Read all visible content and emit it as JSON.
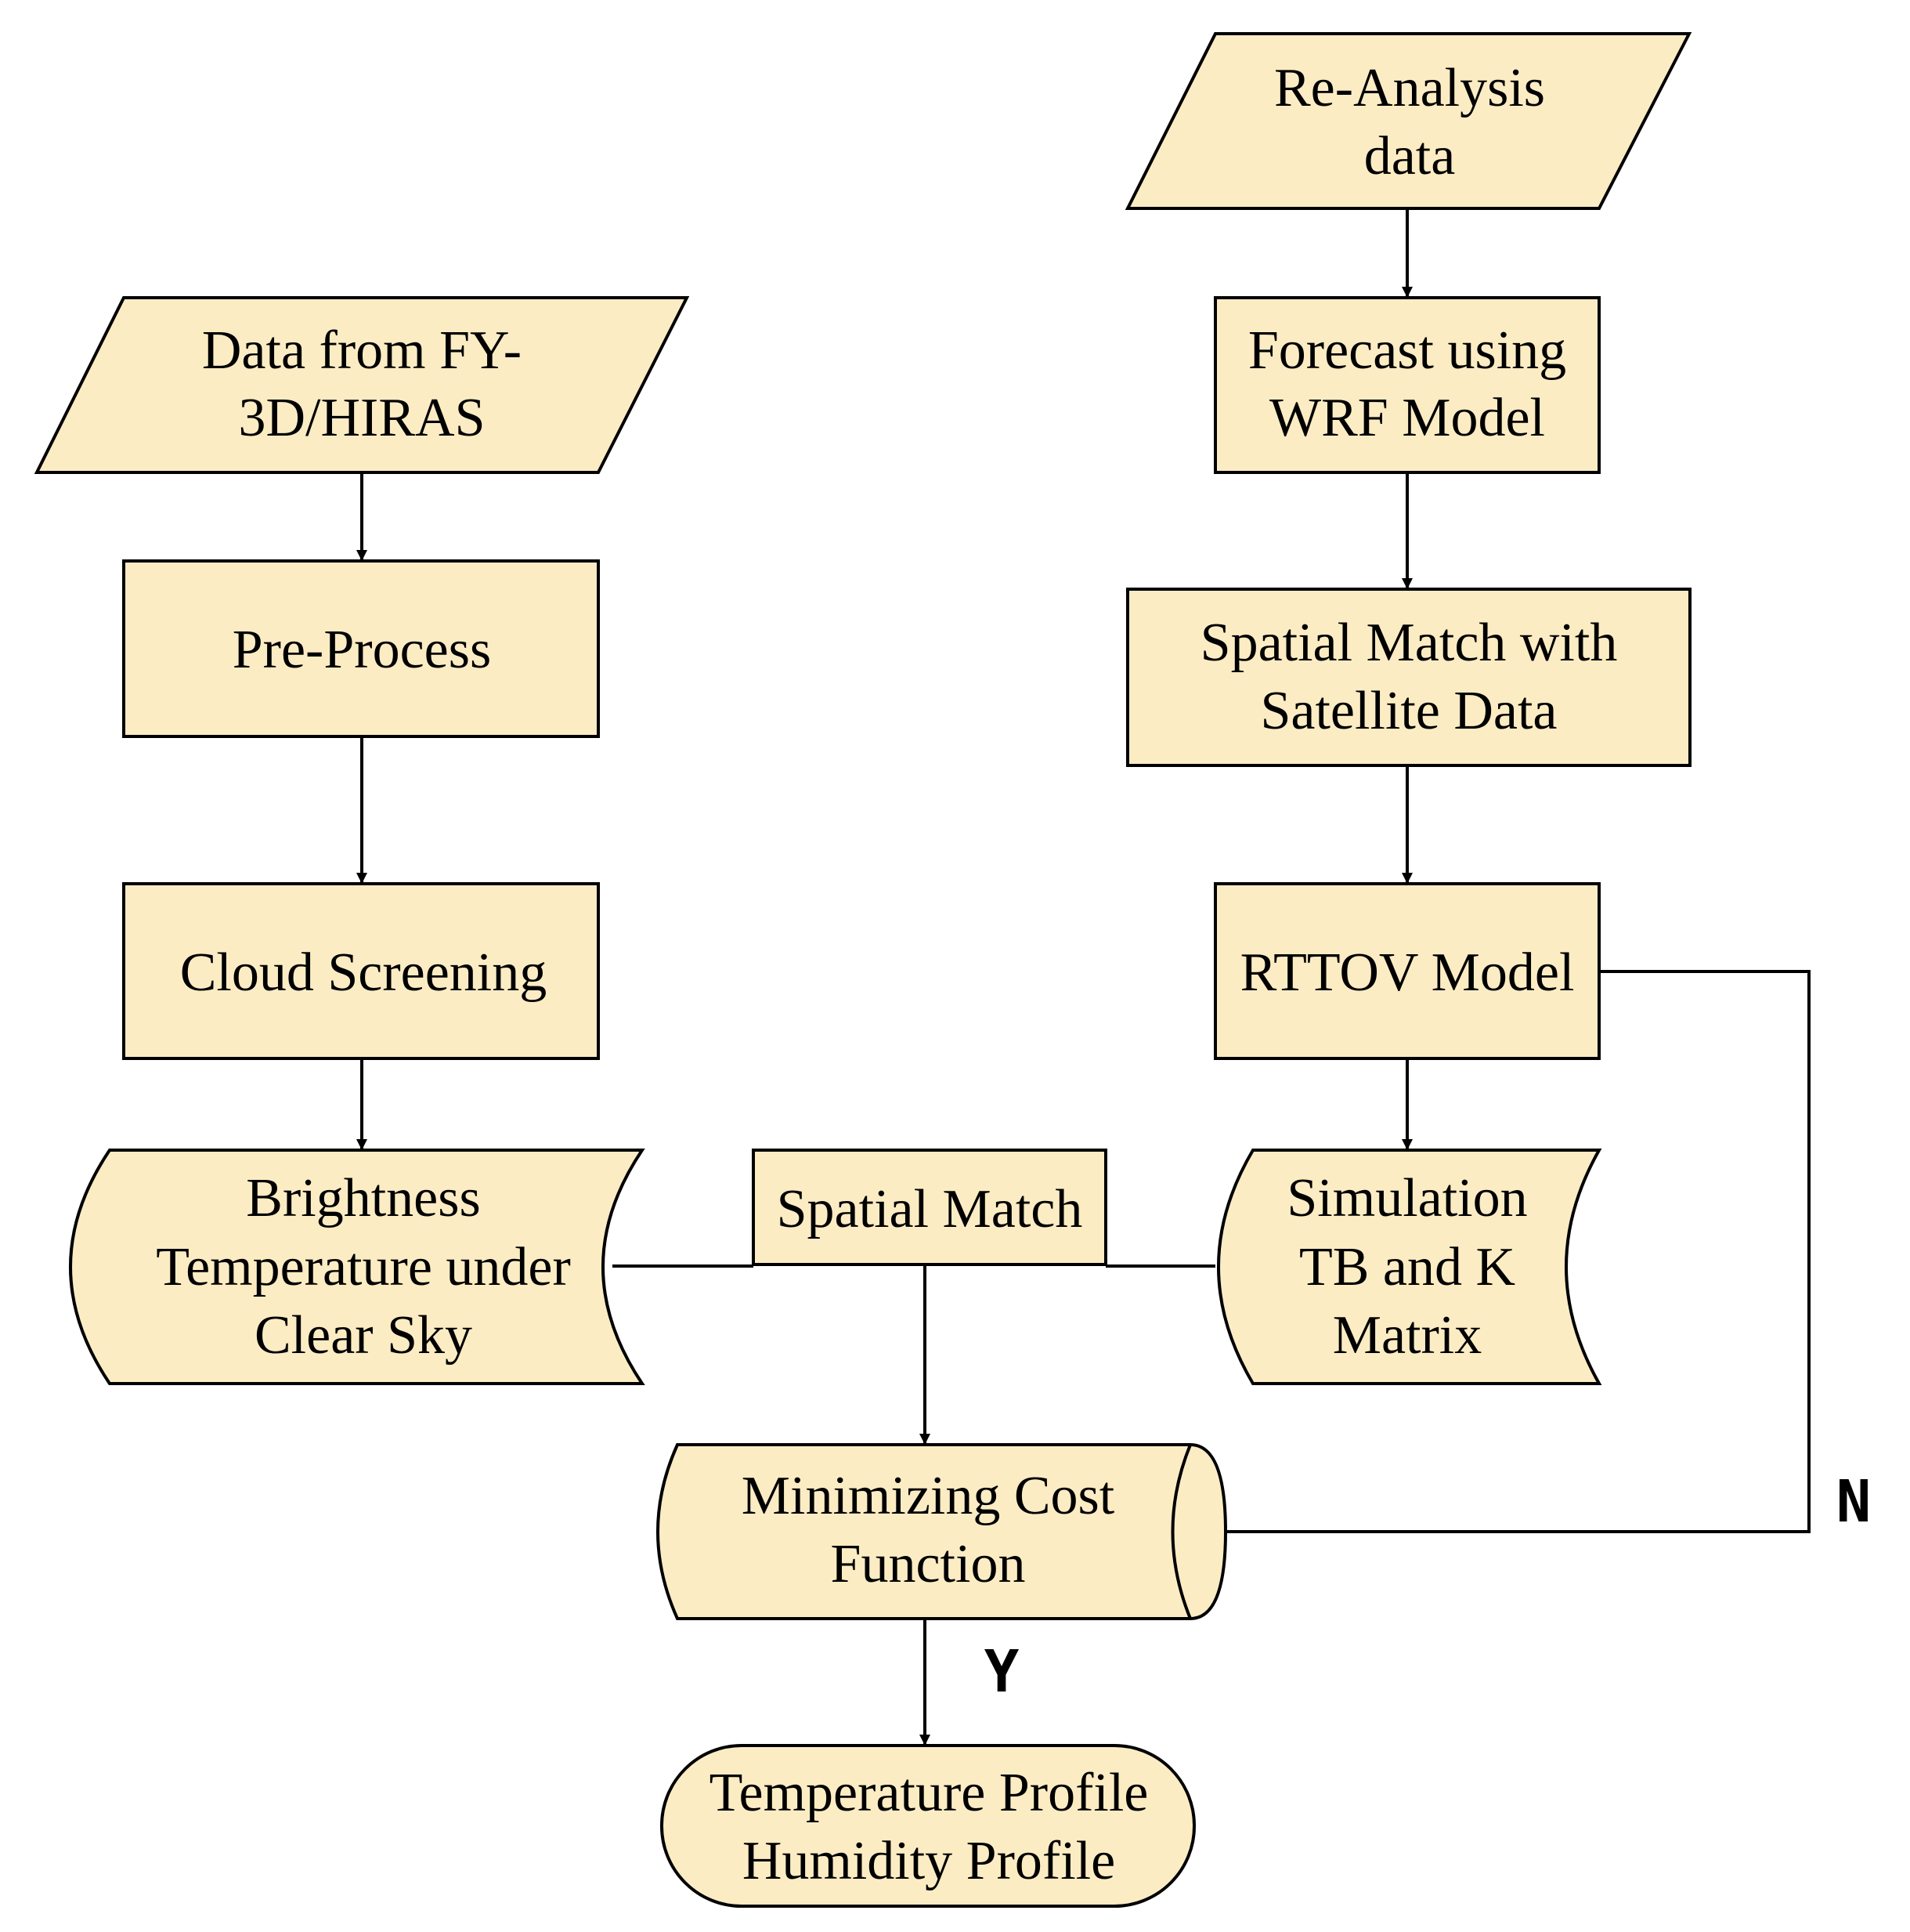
{
  "colors": {
    "fill": "#fbecc4",
    "stroke": "#000000",
    "background": "#ffffff"
  },
  "nodes": {
    "reanalysis": {
      "shape": "parallelogram",
      "lines": [
        "Re-Analysis",
        "data"
      ]
    },
    "fy3d_data": {
      "shape": "parallelogram",
      "lines": [
        "Data from FY-",
        "3D/HIRAS"
      ]
    },
    "wrf_forecast": {
      "shape": "process",
      "lines": [
        "Forecast using",
        "WRF Model"
      ]
    },
    "pre_process": {
      "shape": "process",
      "lines": [
        "Pre-Process"
      ]
    },
    "spatial_match_satellite": {
      "shape": "process",
      "lines": [
        "Spatial Match with",
        "Satellite Data"
      ]
    },
    "cloud_screening": {
      "shape": "process",
      "lines": [
        "Cloud Screening"
      ]
    },
    "rttov_model": {
      "shape": "process",
      "lines": [
        "RTTOV Model"
      ]
    },
    "brightness_temperature": {
      "shape": "stored-data",
      "lines": [
        "Brightness",
        "Temperature under",
        "Clear Sky"
      ]
    },
    "spatial_match": {
      "shape": "process",
      "lines": [
        "Spatial Match"
      ]
    },
    "simulation_tb_k": {
      "shape": "stored-data",
      "lines": [
        "Simulation",
        "TB and K",
        "Matrix"
      ]
    },
    "minimizing_cost": {
      "shape": "direct-access-storage",
      "lines": [
        "Minimizing Cost",
        "Function"
      ]
    },
    "output_profiles": {
      "shape": "terminator",
      "lines": [
        "Temperature Profile",
        "Humidity Profile"
      ]
    }
  },
  "edges": [
    {
      "from": "reanalysis",
      "to": "wrf_forecast"
    },
    {
      "from": "wrf_forecast",
      "to": "spatial_match_satellite"
    },
    {
      "from": "spatial_match_satellite",
      "to": "rttov_model"
    },
    {
      "from": "rttov_model",
      "to": "simulation_tb_k"
    },
    {
      "from": "fy3d_data",
      "to": "pre_process"
    },
    {
      "from": "pre_process",
      "to": "cloud_screening"
    },
    {
      "from": "cloud_screening",
      "to": "brightness_temperature"
    },
    {
      "from": "brightness_temperature",
      "to": "spatial_match"
    },
    {
      "from": "simulation_tb_k",
      "to": "spatial_match"
    },
    {
      "from": "spatial_match",
      "to": "minimizing_cost"
    },
    {
      "from": "rttov_model",
      "to": "minimizing_cost",
      "label": "N"
    },
    {
      "from": "minimizing_cost",
      "to": "output_profiles",
      "label": "Y"
    }
  ],
  "labels": {
    "no_branch": "N",
    "yes_branch": "Y"
  }
}
